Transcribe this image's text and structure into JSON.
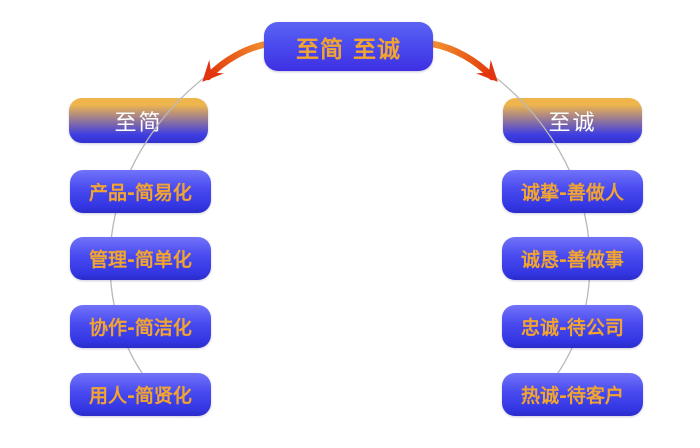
{
  "root": {
    "label": "至简 至诚"
  },
  "left_branch": {
    "header": "至简",
    "items": [
      {
        "label": "产品-简易化"
      },
      {
        "label": "管理-简单化"
      },
      {
        "label": "协作-简洁化"
      },
      {
        "label": "用人-简贤化"
      }
    ]
  },
  "right_branch": {
    "header": "至诚",
    "items": [
      {
        "label": "诚挚-善做人"
      },
      {
        "label": "诚恳-善做事"
      },
      {
        "label": "忠诚-待公司"
      },
      {
        "label": "热诚-待客户"
      }
    ]
  },
  "colors": {
    "node_blue_top": "#7273f9",
    "node_blue_bottom": "#2b2cc9",
    "root_blue_top": "#5b63f3",
    "root_blue_bottom": "#3e30e2",
    "header_gradient_top": "#eeb54d",
    "header_gradient_bottom": "#3332d0",
    "accent_text_orange": "#f2a430",
    "header_text_white": "#ffffff",
    "arrow_orange_start": "#f29030",
    "arrow_red_tip": "#e03008",
    "arc_gray": "#b9b9b9"
  }
}
